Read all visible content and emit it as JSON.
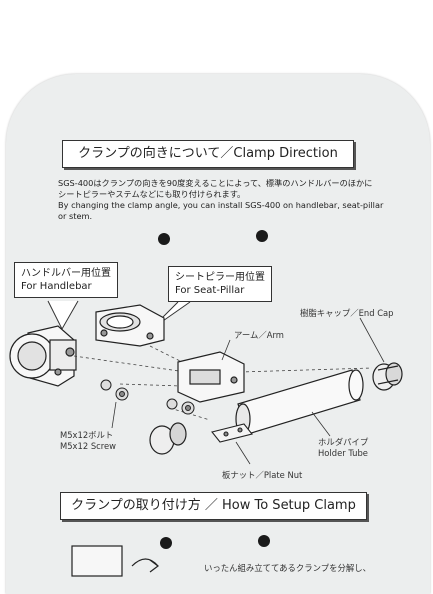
{
  "section1": {
    "title": "クランプの向きについて／Clamp Direction",
    "desc_jp_1": "SGS-400はクランプの向きを90度変えることによって、標準のハンドルバーのほかに",
    "desc_jp_2": "シートピラーやステムなどにも取り付けられます。",
    "desc_en_1": "By changing the clamp angle, you can install SGS-400 on handlebar, seat-pillar",
    "desc_en_2": "or stem."
  },
  "callouts": {
    "handlebar_jp": "ハンドルバー用位置",
    "handlebar_en": "For Handlebar",
    "seatpillar_jp": "シートピラー用位置",
    "seatpillar_en": "For Seat-Pillar"
  },
  "labels": {
    "arm": "アーム／Arm",
    "endcap": "樹脂キャップ／End Cap",
    "bolt_jp": "M5x12ボルト",
    "bolt_en": "M5x12 Screw",
    "holder_jp": "ホルダパイプ",
    "holder_en": "Holder Tube",
    "platenut": "板ナット／Plate Nut"
  },
  "section2": {
    "title": "クランプの取り付け方 ／ How To Setup Clamp",
    "note": "いったん組み立ててあるクランプを分解し、"
  }
}
